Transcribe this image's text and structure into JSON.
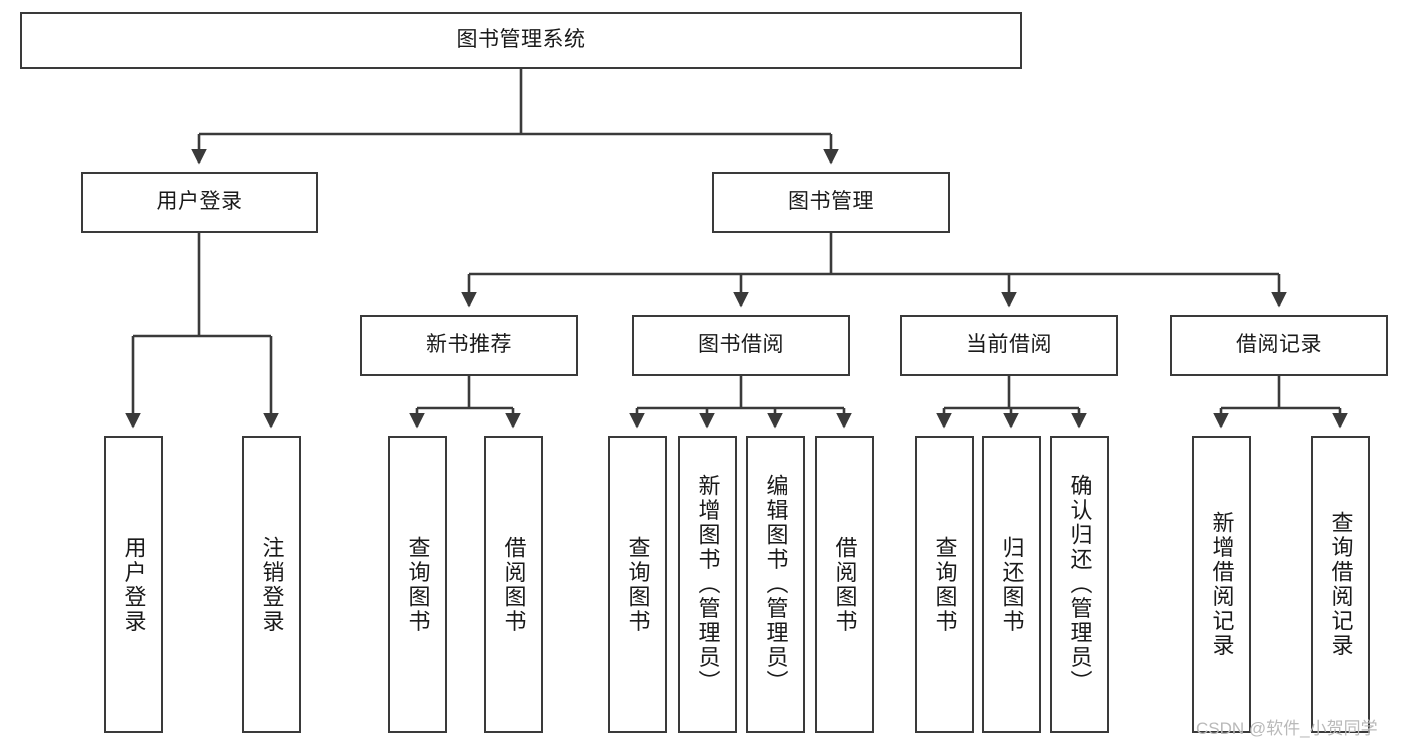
{
  "diagram": {
    "type": "tree-hierarchy",
    "title": "图书管理系统",
    "orientation": "top-down",
    "colors": {
      "box_border": "#3a3a3a",
      "box_fill": "#ffffff",
      "edge": "#3a3a3a",
      "text": "#1a1a1a",
      "watermark": "#b9b9b9",
      "background": "#ffffff"
    },
    "nodes": {
      "root": {
        "label": "图书管理系统"
      },
      "level1": [
        {
          "id": "user-login",
          "label": "用户登录"
        },
        {
          "id": "book-management",
          "label": "图书管理"
        }
      ],
      "level2": [
        {
          "id": "new-book-recommend",
          "label": "新书推荐"
        },
        {
          "id": "book-borrow",
          "label": "图书借阅"
        },
        {
          "id": "current-borrow",
          "label": "当前借阅"
        },
        {
          "id": "borrow-record",
          "label": "借阅记录"
        }
      ],
      "leaves": {
        "user_login": [
          {
            "id": "leaf-user-login",
            "label": "用户登录"
          },
          {
            "id": "leaf-logout-login",
            "label": "注销登录"
          }
        ],
        "new_book_recommend": [
          {
            "id": "leaf-query-book-1",
            "label": "查询图书"
          },
          {
            "id": "leaf-borrow-book-1",
            "label": "借阅图书"
          }
        ],
        "book_borrow": [
          {
            "id": "leaf-query-book-2",
            "label": "查询图书"
          },
          {
            "id": "leaf-add-book",
            "label": "新增图书（管理员）"
          },
          {
            "id": "leaf-edit-book",
            "label": "编辑图书（管理员）"
          },
          {
            "id": "leaf-borrow-book-2",
            "label": "借阅图书"
          }
        ],
        "current_borrow": [
          {
            "id": "leaf-query-book-3",
            "label": "查询图书"
          },
          {
            "id": "leaf-return-book",
            "label": "归还图书"
          },
          {
            "id": "leaf-confirm-return",
            "label": "确认归还（管理员）"
          }
        ],
        "borrow_record": [
          {
            "id": "leaf-add-borrow-record",
            "label": "新增借阅记录"
          },
          {
            "id": "leaf-query-borrow-record",
            "label": "查询借阅记录"
          }
        ]
      }
    },
    "watermark": "CSDN @软件_小贺同学"
  }
}
